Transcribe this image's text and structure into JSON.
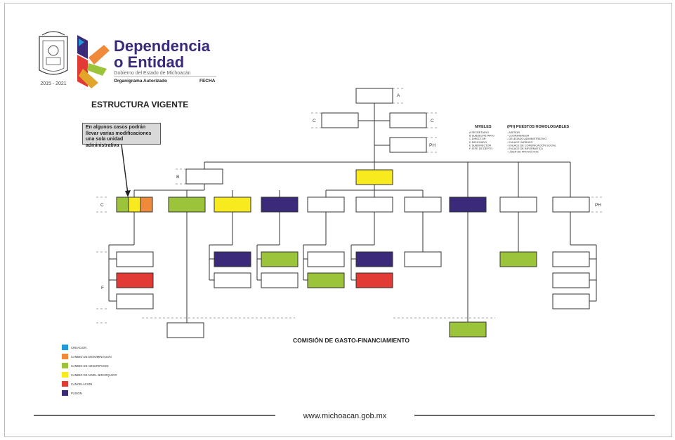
{
  "header": {
    "brand_line1": "Dependencia",
    "brand_line2": "o Entidad",
    "government": "Gobierno del Estado de Michoacán",
    "org_authorized": "Organigrama Autorizado",
    "date_label": "FECHA",
    "years": "2015 - 2021"
  },
  "title": "ESTRUCTURA VIGENTE",
  "callout": "En algunos casos podrán llevar varias modificaciones una sola unidad administrativa",
  "commission_label": "COMISIÓN DE GASTO-FINANCIAMIENTO",
  "website": "www.michoacan.gob.mx",
  "levels": {
    "title": "NIVELES",
    "items": [
      "A SECRETARIO",
      "B SUBSECRETARIO",
      "C DIRECTOR",
      "D DELEGADO",
      "E SUBDIRECTOR",
      "F JEFE DE DEPTO."
    ]
  },
  "homologated": {
    "title": "(PH) PUESTOS HOMOLOGABLES",
    "items": [
      "- ASESOR",
      "- COORDINADOR",
      "- DELEGADO ADMINISTRATIVO",
      "- ENLACE JURÍDICO",
      "- ENLACE DE COMUNICACIÓN SOCIAL",
      "- ENLACE DE INFORMÁTICA",
      "- LÍDER DE PROYECTOS"
    ]
  },
  "level_markers": {
    "a": "A",
    "c_left": "C",
    "c_right": "C",
    "ph": "PH",
    "b": "B",
    "c_row": "C",
    "ph_row": "PH",
    "f": "F"
  },
  "legend": [
    {
      "label": "CREACION",
      "color": "#1f9ad6"
    },
    {
      "label": "CAMBIO DE DENOMINACION",
      "color": "#f08a3b"
    },
    {
      "label": "CAMBIO DE ADSCRIPCION",
      "color": "#9cc43a"
    },
    {
      "label": "CAMBIO DE NIVEL JERARQUICO",
      "color": "#f7ea1f"
    },
    {
      "label": "CANCELACION",
      "color": "#e23a34"
    },
    {
      "label": "FUSION",
      "color": "#3b2a7a"
    }
  ],
  "colors": {
    "green": "#9cc43a",
    "yellow": "#f7ea1f",
    "purple": "#3b2a7a",
    "red": "#e23a34",
    "orange": "#f08a3b",
    "blue": "#1f9ad6"
  }
}
